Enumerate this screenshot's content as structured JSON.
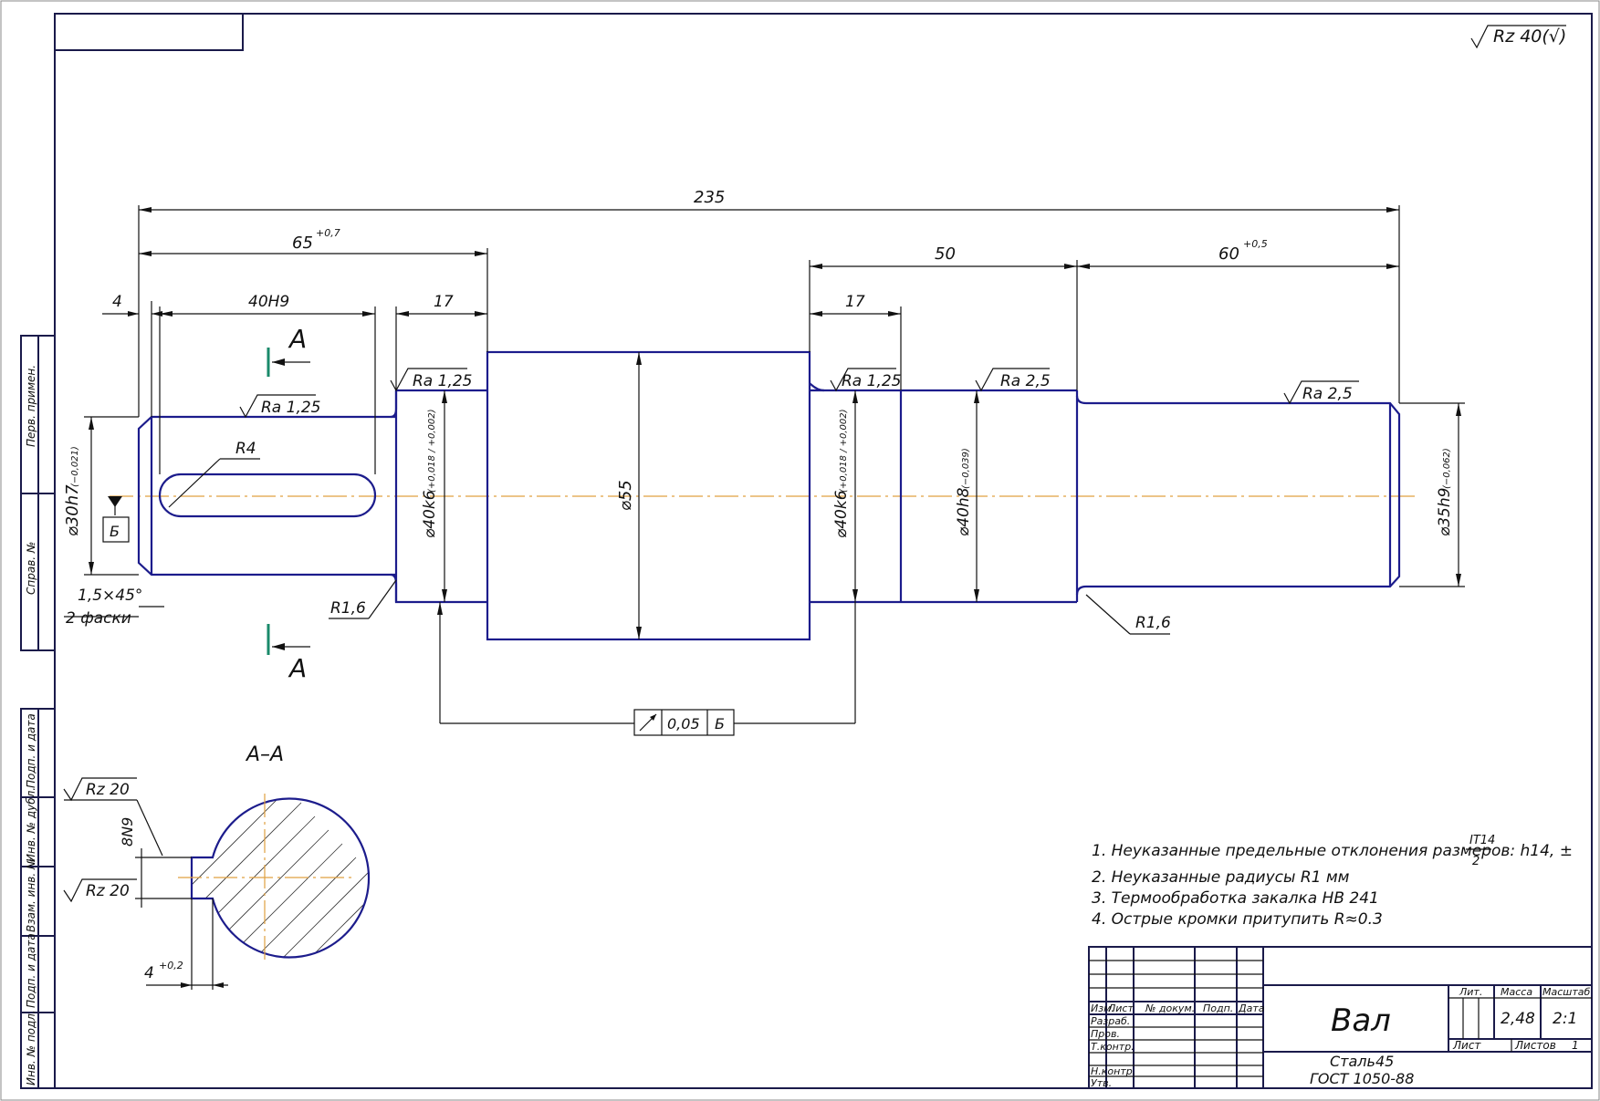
{
  "sheet": {
    "general_roughness": "Rz 40(√)",
    "side_labels": [
      "Перв. примен.",
      "Справ. №",
      "Подп. и дата",
      "Инв. № дубл.",
      "Взам. инв. №",
      "Подп. и дата",
      "Инв. № подл."
    ]
  },
  "dimensions": {
    "overall": "235",
    "left_step": "65",
    "left_step_tol": "+0,7",
    "chamfer_gap": "4",
    "keyway_len": "40H9",
    "neck_left": "17",
    "right_step": "50",
    "end_step": "60",
    "end_step_tol": "+0,5",
    "neck_right": "17",
    "radius_key": "R4",
    "radius_left": "R1,6",
    "radius_right": "R1,6",
    "chamfer": "1,5×45°",
    "chamfer_note": "2 фаски"
  },
  "diameters": {
    "d30": "⌀30h7",
    "d30_tol": "(−0,021)",
    "d40k6_a": "⌀40k6",
    "d40k6_a_tol": "(+0,018 / +0,002)",
    "d55": "⌀55",
    "d40k6_b": "⌀40k6",
    "d40k6_b_tol": "(+0,018 / +0,002)",
    "d40h8": "⌀40h8",
    "d40h8_tol": "(−0,039)",
    "d35": "⌀35h9",
    "d35_tol": "(−0,062)"
  },
  "roughness": {
    "r1": "Ra 1,25",
    "r2": "Ra 1,25",
    "r3": "Ra 1,25",
    "r4": "Ra 2,5",
    "r5": "Ra 2,5"
  },
  "section": {
    "cut_label_top": "А",
    "cut_label_bottom": "А",
    "title": "А–А",
    "rz_top": "Rz 20",
    "rz_bottom": "Rz 20",
    "key_width": "8N9",
    "key_depth": "4",
    "key_depth_tol": "+0,2"
  },
  "datum": {
    "label": "Б",
    "tolerance_value": "0,05",
    "tolerance_datum": "Б"
  },
  "notes": [
    "1. Неуказанные предельные отклонения размеров: h14, ±",
    "2. Неуказанные радиусы R1 мм",
    "3. Термообработка закалка HB 241",
    "4. Острые кромки притупить R≈0.3"
  ],
  "note_fraction": {
    "num": "IT14",
    "den": "2"
  },
  "title_block": {
    "name": "Вал",
    "material_1": "Сталь45",
    "material_2": "ГОСТ 1050-88",
    "col_izm": "Изм.",
    "col_list": "Лист",
    "col_doc": "№ докум.",
    "col_podp": "Подп.",
    "col_data": "Дата",
    "row_razrab": "Разраб.",
    "row_prov": "Пров.",
    "row_tkontr": "Т.контр.",
    "row_nkontr": "Н.контр.",
    "row_utv": "Утв.",
    "lit": "Лит.",
    "massa": "Масса",
    "masshtab": "Масштаб",
    "mass_value": "2,48",
    "scale_value": "2:1",
    "sheet_label": "Лист",
    "sheets_label": "Листов",
    "sheets_value": "1"
  }
}
